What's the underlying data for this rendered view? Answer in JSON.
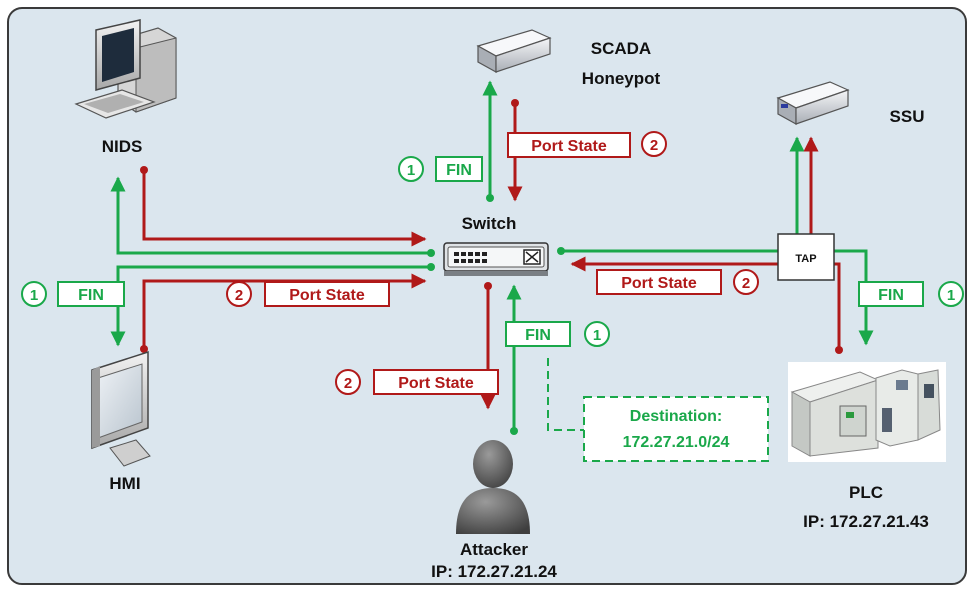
{
  "colors": {
    "green": "#1aa84a",
    "red": "#b01919",
    "bg": "#dbe6ee",
    "border": "#3a3a3a"
  },
  "nodes": {
    "nids": {
      "label": "NIDS",
      "icon": "desktop-computer-icon"
    },
    "honeypot": {
      "label_line1": "SCADA",
      "label_line2": "Honeypot",
      "icon": "network-appliance-icon"
    },
    "ssu": {
      "label": "SSU",
      "icon": "network-appliance-icon"
    },
    "switch": {
      "label": "Switch",
      "icon": "network-switch-icon"
    },
    "tap": {
      "label": "TAP"
    },
    "hmi": {
      "label": "HMI",
      "icon": "monitor-icon"
    },
    "attacker": {
      "label": "Attacker",
      "ip": "IP: 172.27.21.24",
      "icon": "user-silhouette-icon"
    },
    "plc": {
      "label": "PLC",
      "ip": "IP: 172.27.21.43",
      "icon": "plc-hardware-icon"
    }
  },
  "messages": {
    "fin": "FIN",
    "port_state": "Port State",
    "step1": "1",
    "step2": "2"
  },
  "destination": {
    "line1": "Destination:",
    "line2": "172.27.21.0/24"
  }
}
